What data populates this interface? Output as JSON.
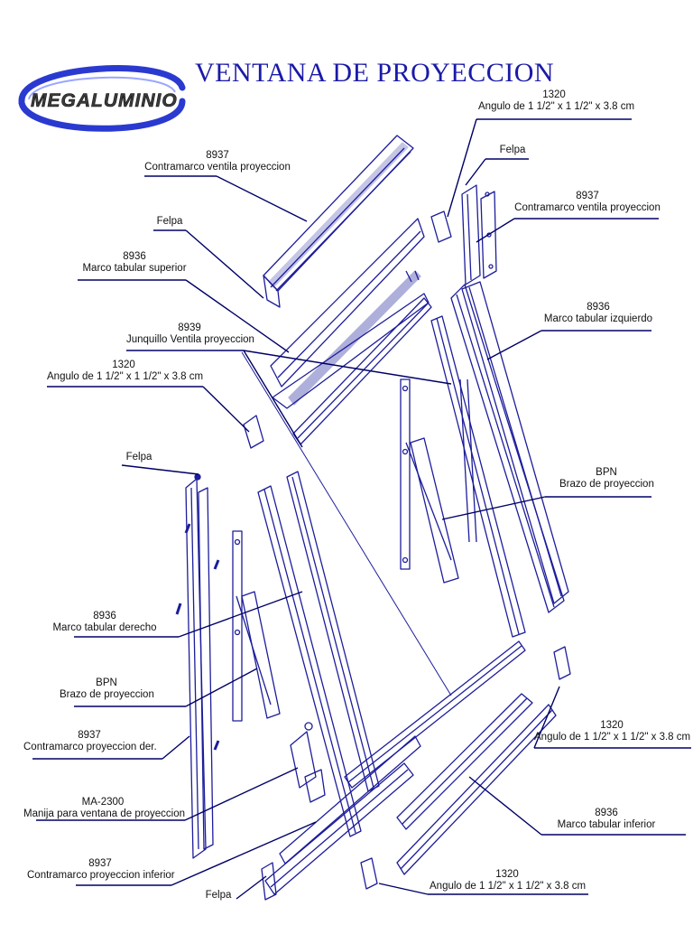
{
  "header": {
    "title": "VENTANA DE PROYECCION",
    "logo_text": "MEGALUMINIO"
  },
  "colors": {
    "title": "#1a1aa8",
    "drawing": "#1d1d9a",
    "leader": "#000066",
    "logo_ring": "#2a3ad0"
  },
  "labels": {
    "angulo_top_right": {
      "code": "1320",
      "desc": "Angulo de 1 1/2\" x 1 1/2\" x 3.8 cm"
    },
    "contramarco_ventila_left": {
      "code": "8937",
      "desc": "Contramarco ventila proyeccion"
    },
    "felpa_top_right": {
      "desc": "Felpa"
    },
    "contramarco_ventila_right": {
      "code": "8937",
      "desc": "Contramarco ventila proyeccion"
    },
    "felpa_left_top": {
      "desc": "Felpa"
    },
    "marco_superior": {
      "code": "8936",
      "desc": "Marco tabular superior"
    },
    "marco_izquierdo": {
      "code": "8936",
      "desc": "Marco tabular izquierdo"
    },
    "junquillo": {
      "code": "8939",
      "desc": "Junquillo Ventila proyeccion"
    },
    "angulo_left": {
      "code": "1320",
      "desc": "Angulo de 1 1/2\" x 1 1/2\" x 3.8 cm"
    },
    "felpa_left_mid": {
      "desc": "Felpa"
    },
    "bpn_right": {
      "code": "BPN",
      "desc": "Brazo de proyeccion"
    },
    "marco_derecho": {
      "code": "8936",
      "desc": "Marco tabular derecho"
    },
    "bpn_left": {
      "code": "BPN",
      "desc": "Brazo de proyeccion"
    },
    "angulo_bottom_right": {
      "code": "1320",
      "desc": "Angulo de 1 1/2\" x 1 1/2\" x 3.8 cm"
    },
    "contramarco_der": {
      "code": "8937",
      "desc": "Contramarco proyeccion der."
    },
    "marco_inferior": {
      "code": "8936",
      "desc": "Marco tabular inferior"
    },
    "manija": {
      "code": "MA-2300",
      "desc": "Manija para ventana de proyeccion"
    },
    "contramarco_inferior": {
      "code": "8937",
      "desc": "Contramarco proyeccion inferior"
    },
    "angulo_bottom": {
      "code": "1320",
      "desc": "Angulo de 1 1/2\" x 1 1/2\" x 3.8 cm"
    },
    "felpa_bottom": {
      "desc": "Felpa"
    }
  }
}
